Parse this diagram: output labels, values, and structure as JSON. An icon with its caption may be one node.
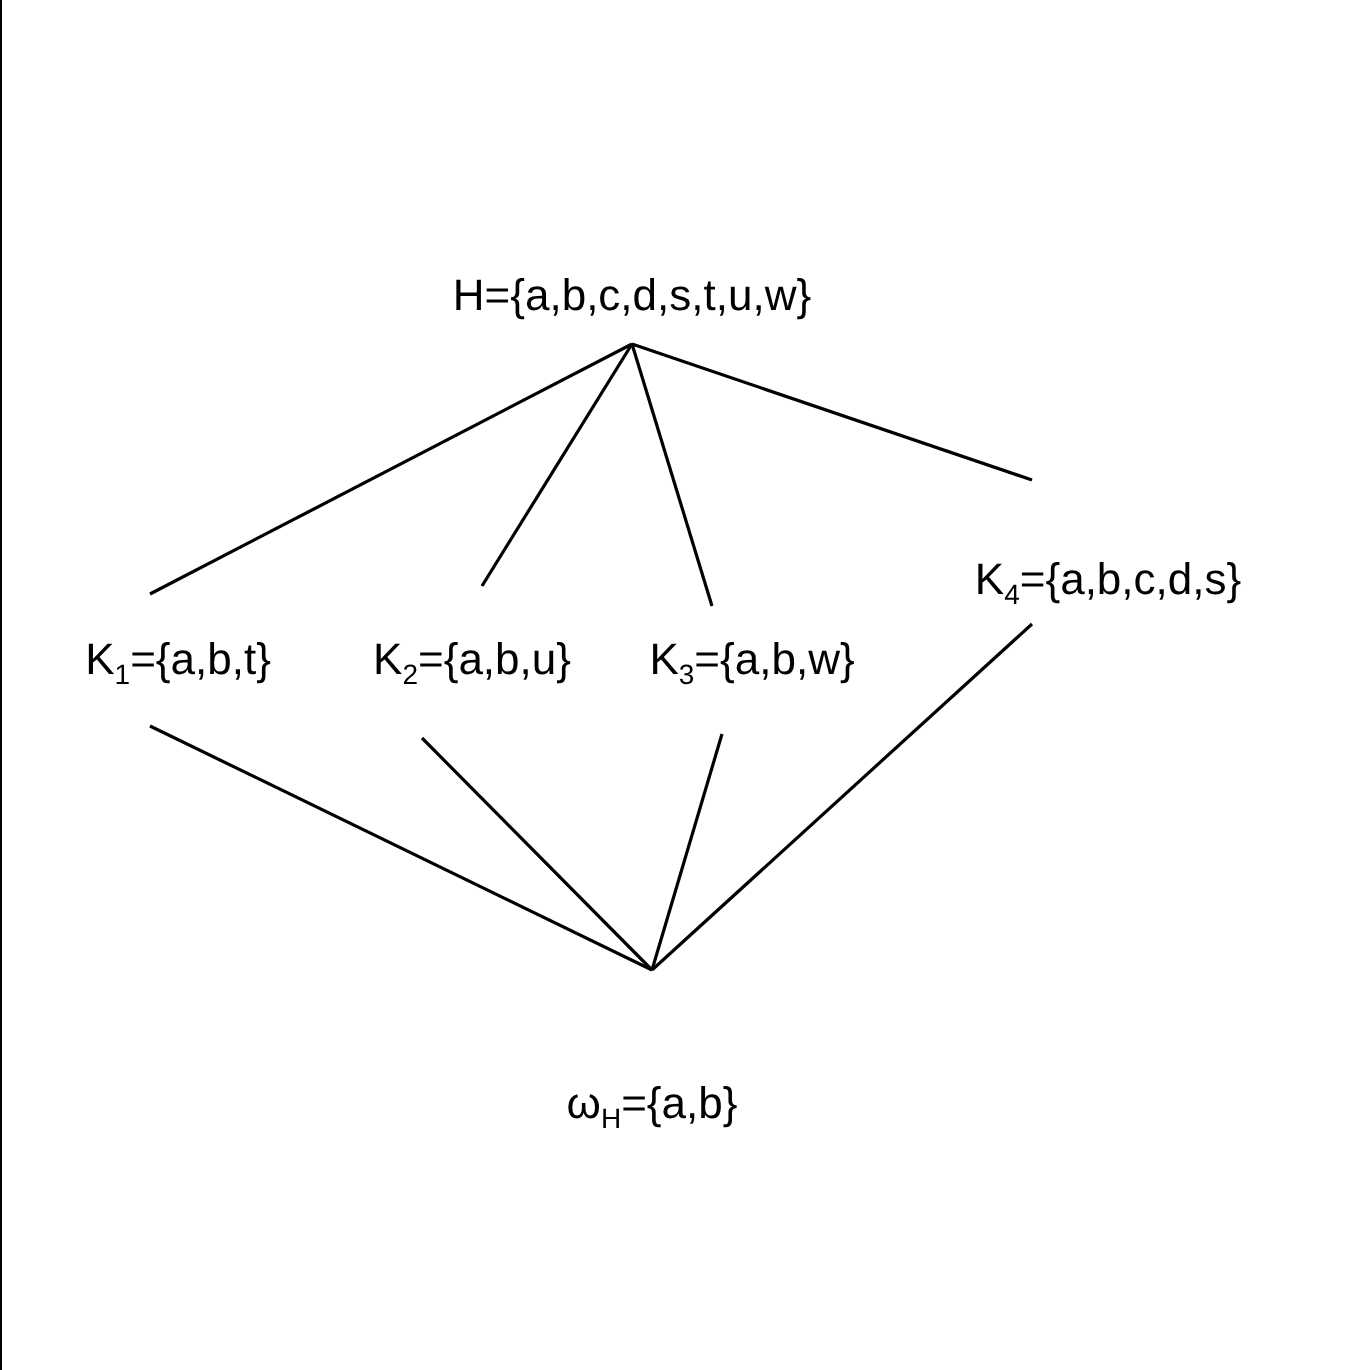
{
  "diagram": {
    "nodes": [
      {
        "text": [
          "H={a,b,c,d,s,t,u,w}"
        ]
      },
      {
        "text": [
          "K$_{1}$={a,b,t}"
        ]
      },
      {
        "text": [
          "K$_{2}$={a,b,u}"
        ]
      },
      {
        "text": [
          "K$_{3}$={a,b,w}"
        ]
      },
      {
        "text": [
          "K$_{4}$={a,b,c,d,s}"
        ]
      },
      {
        "text": [
          "ω$_{H}$={a,b}"
        ]
      }
    ],
    "edges": [
      {
        "from": 0,
        "to": 1,
        "arrow": "none"
      },
      {
        "from": 0,
        "to": 2,
        "arrow": "none"
      },
      {
        "from": 0,
        "to": 3,
        "arrow": "none"
      },
      {
        "from": 0,
        "to": 4,
        "arrow": "none"
      },
      {
        "from": 1,
        "to": 5,
        "arrow": "none"
      },
      {
        "from": 2,
        "to": 5,
        "arrow": "none"
      },
      {
        "from": 3,
        "to": 5,
        "arrow": "none"
      },
      {
        "from": 4,
        "to": 5,
        "arrow": "none"
      }
    ]
  }
}
